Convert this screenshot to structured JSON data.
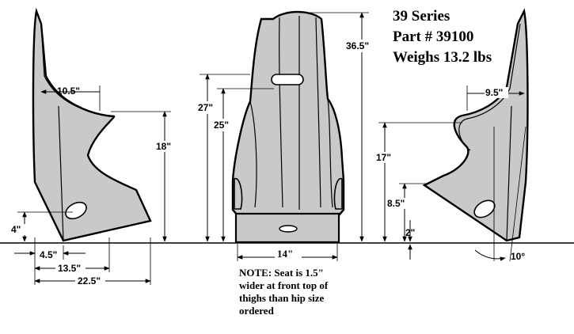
{
  "title": {
    "line1": "39 Series",
    "line2": "Part # 39100",
    "line3": "Weighs 13.2 lbs"
  },
  "side_left": {
    "top_width": "10.5\"",
    "height": "18\"",
    "slot_height": "4\"",
    "front_offset": "4.5\"",
    "seat_depth": "13.5\"",
    "overall_depth": "22.5\""
  },
  "front": {
    "overall_height": "36.5\"",
    "shoulder_height": "27\"",
    "slot_height": "25\"",
    "hip_width": "14\"",
    "note": [
      "NOTE:  Seat is 1.5\"",
      "wider at front top of",
      "thighs than hip size",
      "ordered"
    ]
  },
  "side_right": {
    "top_width": "9.5\"",
    "side_height": "17\"",
    "slot_height": "8.5\"",
    "base_height": "2\"",
    "angle": "10°"
  }
}
